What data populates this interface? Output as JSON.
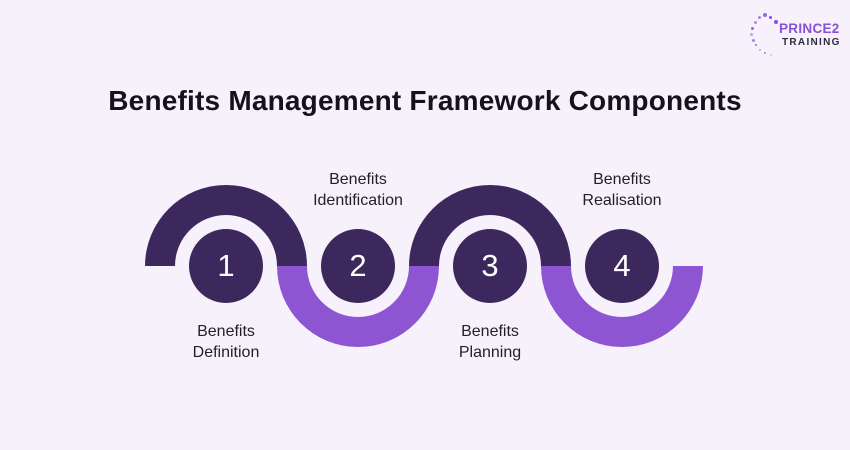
{
  "logo": {
    "line1": "PRINCE2",
    "line2": "TRAINING",
    "color_primary": "#8b50d8",
    "color_secondary": "#2f2a3e"
  },
  "title": {
    "text": "Benefits Management Framework Components",
    "color": "#16121d"
  },
  "diagram": {
    "colors": {
      "background": "#f6f1fa",
      "dark_purple": "#3c285c",
      "light_purple": "#8d55d2",
      "number_text": "#ffffff",
      "label_text": "#221e2a"
    },
    "steps": [
      {
        "number": "1",
        "label": "Benefits\nDefinition",
        "label_position": "below"
      },
      {
        "number": "2",
        "label": "Benefits\nIdentification",
        "label_position": "above"
      },
      {
        "number": "3",
        "label": "Benefits\nPlanning",
        "label_position": "below"
      },
      {
        "number": "4",
        "label": "Benefits\nRealisation",
        "label_position": "above"
      }
    ]
  }
}
